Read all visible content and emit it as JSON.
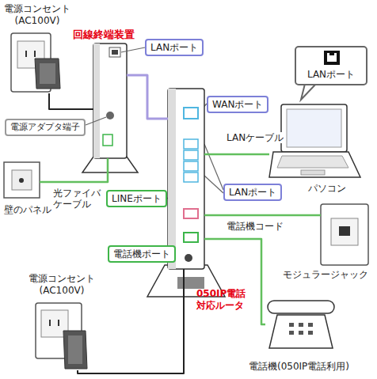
{
  "diagram": {
    "nodes": [
      {
        "text": [
          "電源コンセント (AC100V)"
        ]
      },
      {
        "text": [
          "回線終端装置"
        ]
      },
      {
        "text": [
          "LANポート"
        ]
      },
      {
        "text": [
          "LANポート"
        ]
      },
      {
        "text": [
          "WANポート"
        ]
      },
      {
        "text": [
          "電源アダプタ端子"
        ]
      },
      {
        "text": [
          "050IP電話 対応ルータ"
        ]
      },
      {
        "text": [
          "パソコン"
        ]
      },
      {
        "text": [
          "LANポート"
        ]
      },
      {
        "text": [
          "壁のパネル"
        ]
      },
      {
        "text": [
          "LINEポート"
        ]
      },
      {
        "text": [
          "モジュラージャック"
        ]
      },
      {
        "text": [
          "電話機ポート"
        ]
      },
      {
        "text": [
          "電源コンセント (AC100V)"
        ]
      },
      {
        "text": [
          "電話機(050IP電話利用)"
        ]
      }
    ],
    "edges": [
      {
        "from": 0,
        "to": 1,
        "arrow": "none"
      },
      {
        "from": 1,
        "to": 6,
        "arrow": "none"
      },
      {
        "from": 6,
        "to": 7,
        "arrow": "none",
        "label": "LANケーブル"
      },
      {
        "from": 1,
        "to": 9,
        "arrow": "none",
        "label": "光ファイバ ケーブル"
      },
      {
        "from": 6,
        "to": 11,
        "arrow": "none",
        "label": "電話機コード"
      },
      {
        "from": 6,
        "to": 14,
        "arrow": "none"
      },
      {
        "from": 13,
        "to": 6,
        "arrow": "none"
      }
    ]
  }
}
